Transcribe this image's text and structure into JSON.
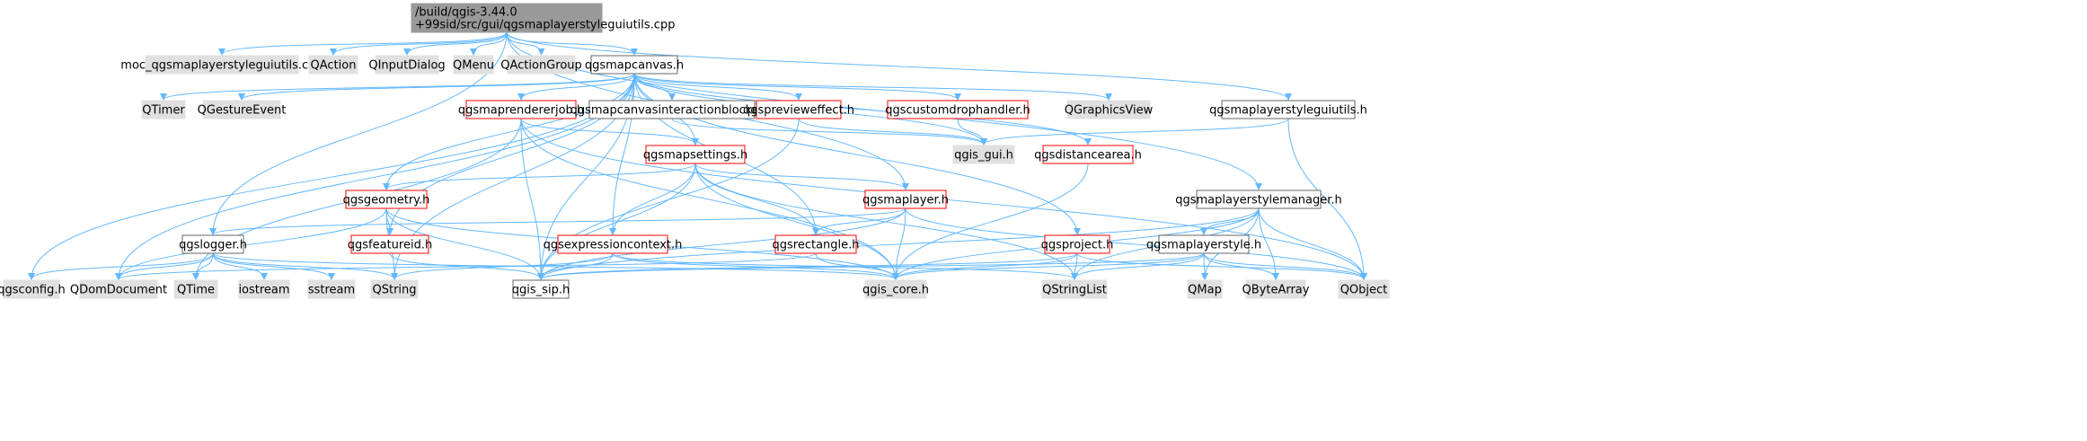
{
  "colors": {
    "edge": "#63b8ff",
    "border_default": "#666666",
    "border_red": "#ff0000",
    "border_root": "#999999",
    "fill_gray": "#e0e0e0",
    "fill_white": "#ffffff",
    "fill_root": "#999999"
  },
  "nodes": [
    {
      "id": "root",
      "lines": [
        "/build/qgis-3.44.0",
        "+99sid/src/gui/qgsmaplayerstyleguiutils.cpp"
      ],
      "style": "root"
    },
    {
      "id": "moc",
      "lines": [
        "moc_qgsmaplayerstyleguiutils.cpp"
      ],
      "style": "gray"
    },
    {
      "id": "qaction",
      "lines": [
        "QAction"
      ],
      "style": "gray"
    },
    {
      "id": "qinputdialog",
      "lines": [
        "QInputDialog"
      ],
      "style": "gray"
    },
    {
      "id": "qmenu",
      "lines": [
        "QMenu"
      ],
      "style": "gray"
    },
    {
      "id": "qactiongroup",
      "lines": [
        "QActionGroup"
      ],
      "style": "gray"
    },
    {
      "id": "qgsmapcanvas",
      "lines": [
        "qgsmapcanvas.h"
      ],
      "style": "white"
    },
    {
      "id": "qtimer",
      "lines": [
        "QTimer"
      ],
      "style": "gray"
    },
    {
      "id": "qgestureevent",
      "lines": [
        "QGestureEvent"
      ],
      "style": "gray"
    },
    {
      "id": "qgsmaprendererjob",
      "lines": [
        "qgsmaprendererjob.h"
      ],
      "style": "red"
    },
    {
      "id": "qgsmapcanvasinteractionblocker",
      "lines": [
        "qgsmapcanvasinteractionblocker.h"
      ],
      "style": "white"
    },
    {
      "id": "qgspreviewეffect",
      "lines": [
        "qgspreviewеffect.h"
      ],
      "style": "red"
    },
    {
      "id": "qgscustomdrophandler",
      "lines": [
        "qgscustomdrophandler.h"
      ],
      "style": "red"
    },
    {
      "id": "qgraphicsview",
      "lines": [
        "QGraphicsView"
      ],
      "style": "gray"
    },
    {
      "id": "qgsmaplayerstyleguiutils_h",
      "lines": [
        "qgsmaplayerstyleguiutils.h"
      ],
      "style": "white"
    },
    {
      "id": "qgis_gui",
      "lines": [
        "qgis_gui.h"
      ],
      "style": "gray"
    },
    {
      "id": "qgsdistancearea",
      "lines": [
        "qgsdistancearea.h"
      ],
      "style": "red"
    },
    {
      "id": "qgsmapsettings",
      "lines": [
        "qgsmapsettings.h"
      ],
      "style": "red"
    },
    {
      "id": "qgsgeometry",
      "lines": [
        "qgsgeometry.h"
      ],
      "style": "red"
    },
    {
      "id": "qgsmaplayer",
      "lines": [
        "qgsmaplayer.h"
      ],
      "style": "red"
    },
    {
      "id": "qgsmaplayerstylemanager",
      "lines": [
        "qgsmaplayerstylemanager.h"
      ],
      "style": "white"
    },
    {
      "id": "qgslogger",
      "lines": [
        "qgslogger.h"
      ],
      "style": "white"
    },
    {
      "id": "qgsfeatureid",
      "lines": [
        "qgsfeatureid.h"
      ],
      "style": "red"
    },
    {
      "id": "qgsexpressioncontext",
      "lines": [
        "qgsexpressioncontext.h"
      ],
      "style": "red"
    },
    {
      "id": "qgsrectangle",
      "lines": [
        "qgsrectangle.h"
      ],
      "style": "red"
    },
    {
      "id": "qgsproject",
      "lines": [
        "qgsproject.h"
      ],
      "style": "red"
    },
    {
      "id": "qgsmaplayerstyle",
      "lines": [
        "qgsmaplayerstyle.h"
      ],
      "style": "white"
    },
    {
      "id": "qgsconfig",
      "lines": [
        "qgsconfig.h"
      ],
      "style": "gray"
    },
    {
      "id": "qdomdocument",
      "lines": [
        "QDomDocument"
      ],
      "style": "gray"
    },
    {
      "id": "qtime",
      "lines": [
        "QTime"
      ],
      "style": "gray"
    },
    {
      "id": "iostream",
      "lines": [
        "iostream"
      ],
      "style": "gray"
    },
    {
      "id": "sstream",
      "lines": [
        "sstream"
      ],
      "style": "gray"
    },
    {
      "id": "qstring",
      "lines": [
        "QString"
      ],
      "style": "gray"
    },
    {
      "id": "qgis_sip",
      "lines": [
        "qgis_sip.h"
      ],
      "style": "white"
    },
    {
      "id": "qgis_core",
      "lines": [
        "qgis_core.h"
      ],
      "style": "gray"
    },
    {
      "id": "qstringlist",
      "lines": [
        "QStringList"
      ],
      "style": "gray"
    },
    {
      "id": "qmap",
      "lines": [
        "QMap"
      ],
      "style": "gray"
    },
    {
      "id": "qbytearray",
      "lines": [
        "QByteArray"
      ],
      "style": "gray"
    },
    {
      "id": "qobject",
      "lines": [
        "QObject"
      ],
      "style": "gray"
    }
  ],
  "edges": [
    [
      "root",
      "moc"
    ],
    [
      "root",
      "qaction"
    ],
    [
      "root",
      "qinputdialog"
    ],
    [
      "root",
      "qmenu"
    ],
    [
      "root",
      "qactiongroup"
    ],
    [
      "root",
      "qgsmapcanvas"
    ],
    [
      "root",
      "qgsmaplayerstyleguiutils_h"
    ],
    [
      "root",
      "qgsmaplayerstylemanager"
    ],
    [
      "root",
      "qgslogger"
    ],
    [
      "root",
      "qgsmaplayer"
    ],
    [
      "qgsmapcanvas",
      "qtimer"
    ],
    [
      "qgsmapcanvas",
      "qgestureevent"
    ],
    [
      "qgsmapcanvas",
      "qgsmaprendererjob"
    ],
    [
      "qgsmapcanvas",
      "qgsmapcanvasinteractionblocker"
    ],
    [
      "qgsmapcanvas",
      "qgspreviewეffect"
    ],
    [
      "qgsmapcanvas",
      "qgscustomdrophandler"
    ],
    [
      "qgsmapcanvas",
      "qgraphicsview"
    ],
    [
      "qgsmapcanvas",
      "qgis_gui"
    ],
    [
      "qgsmapcanvas",
      "qgsdistancearea"
    ],
    [
      "qgsmapcanvas",
      "qgsmapsettings"
    ],
    [
      "qgsmapcanvas",
      "qgsgeometry"
    ],
    [
      "qgsmapcanvas",
      "qgsfeatureid"
    ],
    [
      "qgsmapcanvas",
      "qgsexpressioncontext"
    ],
    [
      "qgsmapcanvas",
      "qgsrectangle"
    ],
    [
      "qgsmapcanvas",
      "qgsproject"
    ],
    [
      "qgsmapcanvas",
      "qgsconfig"
    ],
    [
      "qgsmapcanvas",
      "qdomdocument"
    ],
    [
      "qgsmapcanvas",
      "qstring"
    ],
    [
      "qgsmapcanvas",
      "qgis_sip"
    ],
    [
      "qgsmaprendererjob",
      "qgsmapsettings"
    ],
    [
      "qgsmaprendererjob",
      "qgis_sip"
    ],
    [
      "qgsmaprendererjob",
      "qgis_core"
    ],
    [
      "qgsmaprendererjob",
      "qtime"
    ],
    [
      "qgsmaprendererjob",
      "qobject"
    ],
    [
      "qgsmapcanvasinteractionblocker",
      "qgis_gui"
    ],
    [
      "qgspreviewეffect",
      "qgis_gui"
    ],
    [
      "qgspreviewეffect",
      "qgis_sip"
    ],
    [
      "qgscustomdrophandler",
      "qgis_gui"
    ],
    [
      "qgsmaplayerstyleguiutils_h",
      "qgis_gui"
    ],
    [
      "qgsmaplayerstyleguiutils_h",
      "qobject"
    ],
    [
      "qgsdistancearea",
      "qgis_core"
    ],
    [
      "qgsmapsettings",
      "qgsgeometry"
    ],
    [
      "qgsmapsettings",
      "qgsmaplayer"
    ],
    [
      "qgsmapsettings",
      "qgsexpressioncontext"
    ],
    [
      "qgsmapsettings",
      "qgsrectangle"
    ],
    [
      "qgsmapsettings",
      "qgis_sip"
    ],
    [
      "qgsmapsettings",
      "qgis_core"
    ],
    [
      "qgsmapsettings",
      "qstringlist"
    ],
    [
      "qgsgeometry",
      "qgsfeatureid"
    ],
    [
      "qgsgeometry",
      "qdomdocument"
    ],
    [
      "qgsgeometry",
      "qstring"
    ],
    [
      "qgsgeometry",
      "qgis_sip"
    ],
    [
      "qgsgeometry",
      "qgis_core"
    ],
    [
      "qgsmaplayer",
      "qgslogger"
    ],
    [
      "qgsmaplayer",
      "qgsrectangle"
    ],
    [
      "qgsmaplayer",
      "qgis_sip"
    ],
    [
      "qgsmaplayer",
      "qgis_core"
    ],
    [
      "qgsmaplayer",
      "qobject"
    ],
    [
      "qgsmaplayerstylemanager",
      "qgsmaplayerstyle"
    ],
    [
      "qgsmaplayerstylemanager",
      "qgis_core"
    ],
    [
      "qgsmaplayerstylemanager",
      "qgis_sip"
    ],
    [
      "qgsmaplayerstylemanager",
      "qstringlist"
    ],
    [
      "qgsmaplayerstylemanager",
      "qmap"
    ],
    [
      "qgsmaplayerstylemanager",
      "qbytearray"
    ],
    [
      "qgsmaplayerstylemanager",
      "qobject"
    ],
    [
      "qgslogger",
      "qgsconfig"
    ],
    [
      "qgslogger",
      "qdomdocument"
    ],
    [
      "qgslogger",
      "qtime"
    ],
    [
      "qgslogger",
      "iostream"
    ],
    [
      "qgslogger",
      "sstream"
    ],
    [
      "qgslogger",
      "qstring"
    ],
    [
      "qgslogger",
      "qgis_core"
    ],
    [
      "qgsfeatureid",
      "qgis_sip"
    ],
    [
      "qgsexpressioncontext",
      "qgis_sip"
    ],
    [
      "qgsexpressioncontext",
      "qgis_core"
    ],
    [
      "qgsexpressioncontext",
      "qstring"
    ],
    [
      "qgsexpressioncontext",
      "qstringlist"
    ],
    [
      "qgsrectangle",
      "qgis_core"
    ],
    [
      "qgsrectangle",
      "qdomdocument"
    ],
    [
      "qgsproject",
      "qgis_core"
    ],
    [
      "qgsproject",
      "qgis_sip"
    ],
    [
      "qgsproject",
      "qstringlist"
    ],
    [
      "qgsproject",
      "qobject"
    ],
    [
      "qgsmaplayerstyle",
      "qgis_core"
    ],
    [
      "qgsmaplayerstyle",
      "qgis_sip"
    ],
    [
      "qgsmaplayerstyle",
      "qstringlist"
    ],
    [
      "qgsmaplayerstyle",
      "qmap"
    ],
    [
      "qgsmaplayerstyle",
      "qbytearray"
    ],
    [
      "qgsmaplayerstyle",
      "qobject"
    ]
  ]
}
